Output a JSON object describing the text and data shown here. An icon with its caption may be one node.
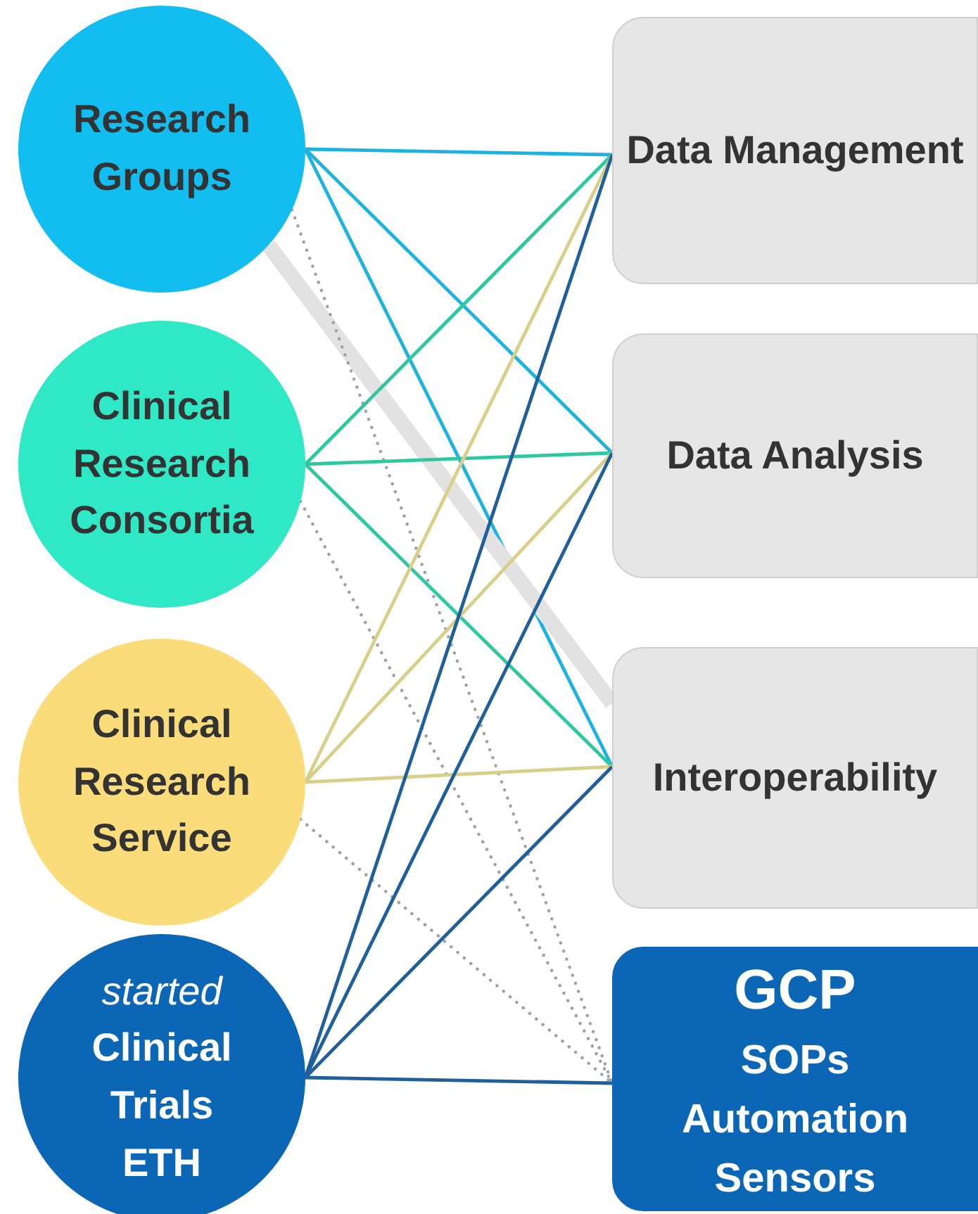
{
  "diagram": {
    "nodes": [
      {
        "text": [
          "Research Groups"
        ]
      },
      {
        "text": [
          "Clinical Research Consortia"
        ]
      },
      {
        "text": [
          "Clinical Research Service"
        ]
      },
      {
        "text": [
          "started",
          "Clinical Trials ETH"
        ]
      },
      {
        "text": [
          "Data Management"
        ]
      },
      {
        "text": [
          "Data Analysis"
        ]
      },
      {
        "text": [
          "Interoperability"
        ]
      },
      {
        "text": [
          "GCP",
          "SOPs Automation Sensors"
        ]
      }
    ],
    "edges": [
      {
        "from": 0,
        "to": 4,
        "arrow": "none",
        "color": "#1cb3e0"
      },
      {
        "from": 0,
        "to": 5,
        "arrow": "none",
        "color": "#1cb3e0"
      },
      {
        "from": 0,
        "to": 6,
        "arrow": "none",
        "color": "#1cb3e0"
      },
      {
        "from": 0,
        "to": 6,
        "arrow": "none",
        "style": "thick",
        "color": "#e2e2e2"
      },
      {
        "from": 0,
        "to": 7,
        "arrow": "none",
        "style": "dashed",
        "color": "#a0a0a0"
      },
      {
        "from": 1,
        "to": 4,
        "arrow": "none",
        "color": "#2cc8a0"
      },
      {
        "from": 1,
        "to": 5,
        "arrow": "none",
        "color": "#2cc8a0"
      },
      {
        "from": 1,
        "to": 6,
        "arrow": "none",
        "color": "#2cc8a0"
      },
      {
        "from": 1,
        "to": 7,
        "arrow": "none",
        "style": "dashed",
        "color": "#a0a0a0"
      },
      {
        "from": 2,
        "to": 4,
        "arrow": "none",
        "color": "#d8d088"
      },
      {
        "from": 2,
        "to": 5,
        "arrow": "none",
        "color": "#d8d088"
      },
      {
        "from": 2,
        "to": 6,
        "arrow": "none",
        "color": "#d8d088"
      },
      {
        "from": 2,
        "to": 7,
        "arrow": "none",
        "style": "dashed",
        "color": "#a0a0a0"
      },
      {
        "from": 3,
        "to": 4,
        "arrow": "none",
        "color": "#1f5f9c"
      },
      {
        "from": 3,
        "to": 5,
        "arrow": "none",
        "color": "#1f5f9c"
      },
      {
        "from": 3,
        "to": 6,
        "arrow": "none",
        "color": "#1f5f9c"
      },
      {
        "from": 3,
        "to": 7,
        "arrow": "none",
        "color": "#1f5f9c"
      }
    ]
  }
}
